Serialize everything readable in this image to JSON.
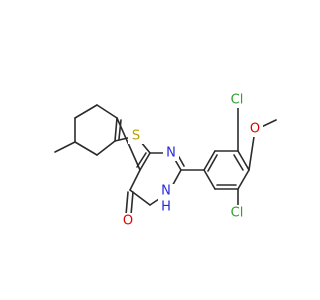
{
  "molecule": {
    "atoms": [
      {
        "id": "s1",
        "label": "S",
        "color": "#b5a200"
      },
      {
        "id": "n3",
        "label": "N",
        "color": "#2828e0"
      },
      {
        "id": "nh",
        "label": "N",
        "color": "#2828e0"
      },
      {
        "id": "h",
        "label": "H",
        "color": "#2828e0"
      },
      {
        "id": "o_carbonyl",
        "label": "O",
        "color": "#e00000"
      },
      {
        "id": "o_methoxy",
        "label": "O",
        "color": "#e00000"
      },
      {
        "id": "cl_top",
        "label": "Cl",
        "color": "#2ea02e"
      },
      {
        "id": "cl_bottom",
        "label": "Cl",
        "color": "#2ea02e"
      }
    ]
  }
}
